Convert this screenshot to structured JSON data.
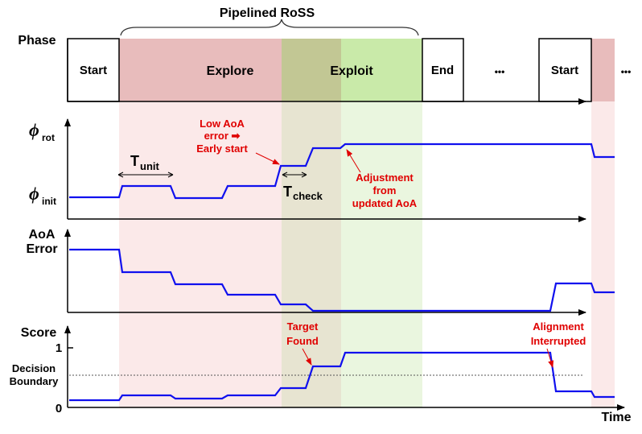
{
  "title": "Pipelined RoSS",
  "colors": {
    "explore": "#e8bcbc",
    "explore_light": "#fbe9e9",
    "overlap": "#c2c794",
    "overlap_light": "#e7e4d1",
    "exploit": "#c9eaa9",
    "exploit_light": "#eaf6df",
    "curve": "#1010ee",
    "annotation": "#e00000"
  },
  "phase_row": {
    "label": "Phase",
    "blocks": [
      "Start",
      "Explore",
      "Exploit",
      "End",
      "Start"
    ],
    "ellipsis": [
      "•••",
      "•••"
    ]
  },
  "rot_panel": {
    "phi_symbol": "ϕ",
    "top_sub": "rot",
    "bottom_sub": "init",
    "t_unit_main": "T",
    "t_unit_sub": "unit",
    "t_check_main": "T",
    "t_check_sub": "check",
    "annotation_early": [
      "Low AoA",
      "error ➡",
      "Early start"
    ],
    "annotation_adjust": [
      "Adjustment",
      "from",
      "updated AoA"
    ]
  },
  "aoa_panel": {
    "label_lines": [
      "AoA",
      "Error"
    ]
  },
  "score_panel": {
    "label": "Score",
    "tick_1": "1",
    "tick_0": "0",
    "boundary_lines": [
      "Decision",
      "Boundary"
    ],
    "annotation_target": [
      "Target",
      "Found"
    ],
    "annotation_interrupt": [
      "Alignment",
      "Interrupted"
    ]
  },
  "x_axis_label": "Time"
}
